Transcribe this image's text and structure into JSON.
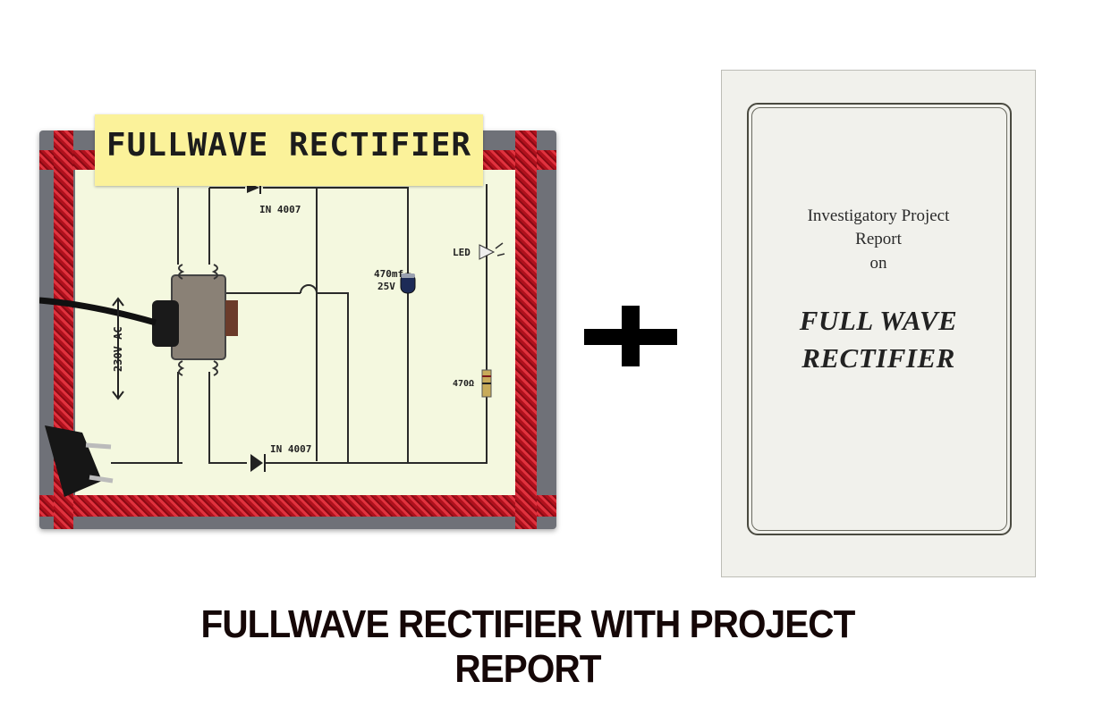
{
  "board": {
    "title": "FULLWAVE RECTIFIER",
    "labels": {
      "diode_top": "IN 4007",
      "diode_bottom": "IN 4007",
      "capacitor_value": "470mf",
      "capacitor_voltage": "25V",
      "led": "LED",
      "resistor": "470Ω",
      "ac_input": "230V AC"
    }
  },
  "plus_symbol": "+",
  "report": {
    "line1": "Investigatory Project",
    "line2": "Report",
    "line3": "on",
    "title_line1": "FULL WAVE",
    "title_line2": "RECTIFIER"
  },
  "caption": "FULLWAVE RECTIFIER WITH PROJECT REPORT",
  "colors": {
    "tape": "#c8121f",
    "board_paper": "#f4f8df",
    "title_strip": "#fbf29a"
  }
}
